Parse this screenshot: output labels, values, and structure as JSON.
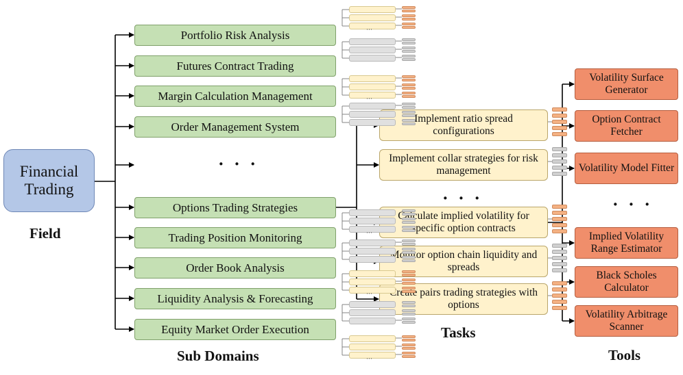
{
  "field": {
    "label": "Financial Trading",
    "caption": "Field"
  },
  "sub_domains": {
    "caption": "Sub Domains",
    "ellipsis": "· · ·",
    "items": [
      "Portfolio Risk Analysis",
      "Futures Contract Trading",
      "Margin Calculation Management",
      "Order Management System",
      "Options Trading Strategies",
      "Trading Position Monitoring",
      "Order Book Analysis",
      "Liquidity Analysis & Forecasting",
      "Equity Market Order Execution"
    ]
  },
  "tasks": {
    "caption": "Tasks",
    "ellipsis": "· · ·",
    "items": [
      "Implement ratio spread configurations",
      "Implement collar strategies for risk management",
      "Calculate implied volatility for specific option contracts",
      "Monitor option chain liquidity and spreads",
      "Create pairs trading strategies with options"
    ]
  },
  "tools": {
    "caption": "Tools",
    "ellipsis": "· · ·",
    "items": [
      "Volatility Surface Generator",
      "Option Contract Fetcher",
      "Volatility Model Fitter",
      "Implied Volatility Range Estimator",
      "Black Scholes Calculator",
      "Volatility Arbitrage Scanner"
    ]
  },
  "colors": {
    "field": "#b4c7e7",
    "sub_domain": "#c5e0b4",
    "task": "#fff2cc",
    "tool": "#f08e6b",
    "line": "#000000"
  }
}
